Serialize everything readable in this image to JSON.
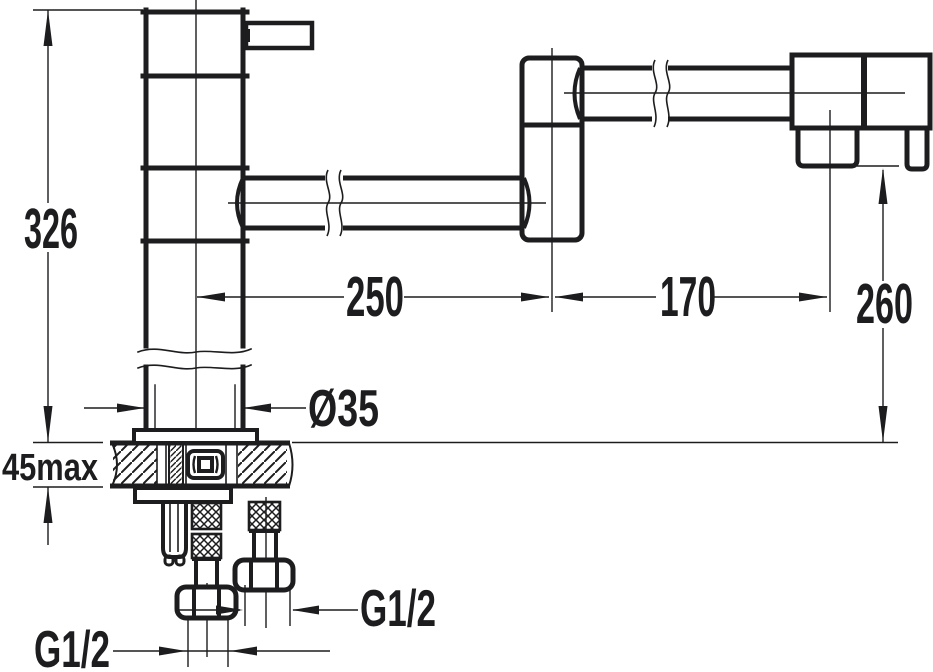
{
  "colors": {
    "background": "#ffffff",
    "ink": "#1d1d1f"
  },
  "dimensions": {
    "overall_height": "326",
    "column_to_joint": "250",
    "joint_to_outlet": "170",
    "outlet_height": "260",
    "column_diameter": "Ø35",
    "deck_thickness_max": "45max",
    "outlet_thread": "G1/2",
    "supply_thread": "G1/2"
  }
}
